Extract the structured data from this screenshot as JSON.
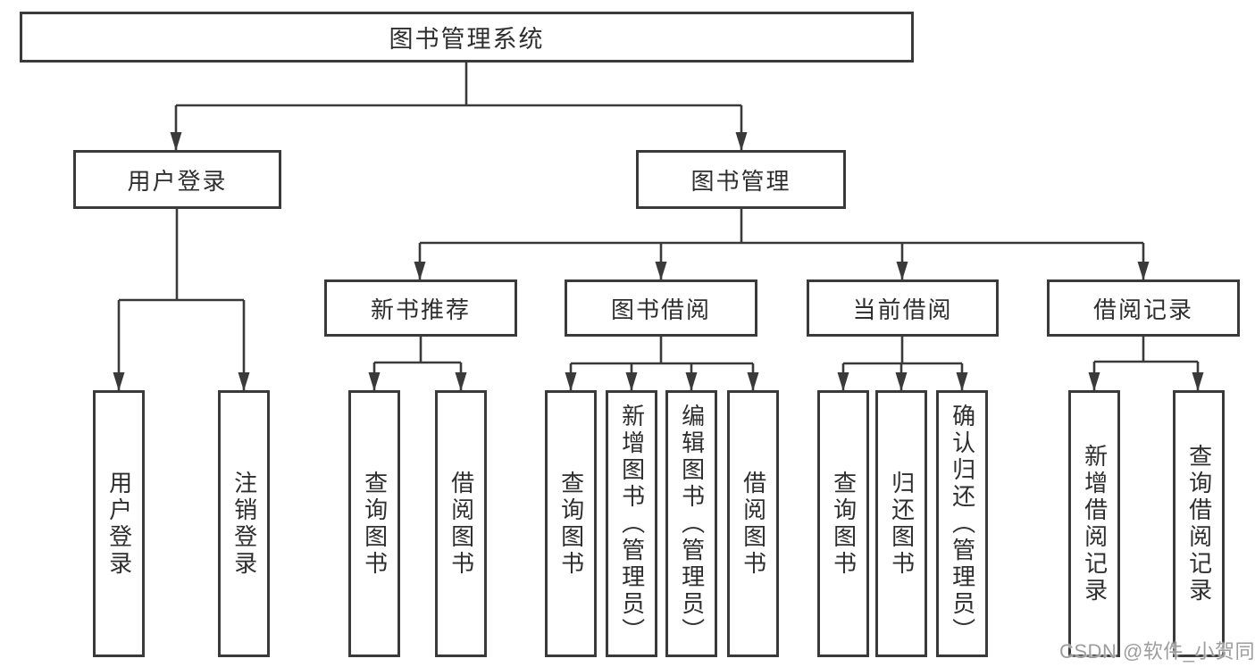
{
  "diagram_type": "hierarchy-tree",
  "tree": {
    "label": "图书管理系统",
    "children": [
      {
        "label": "用户登录",
        "children": [
          {
            "label": "用户登录"
          },
          {
            "label": "注销登录"
          }
        ]
      },
      {
        "label": "图书管理",
        "children": [
          {
            "label": "新书推荐",
            "children": [
              {
                "label": "查询图书"
              },
              {
                "label": "借阅图书"
              }
            ]
          },
          {
            "label": "图书借阅",
            "children": [
              {
                "label": "查询图书"
              },
              {
                "label": "新增图书（管理员）"
              },
              {
                "label": "编辑图书（管理员）"
              },
              {
                "label": "借阅图书"
              }
            ]
          },
          {
            "label": "当前借阅",
            "children": [
              {
                "label": "查询图书"
              },
              {
                "label": "归还图书"
              },
              {
                "label": "确认归还（管理员）"
              }
            ]
          },
          {
            "label": "借阅记录",
            "children": [
              {
                "label": "新增借阅记录"
              },
              {
                "label": "查询借阅记录"
              }
            ]
          }
        ]
      }
    ]
  },
  "watermark": {
    "text": "CSDN @软件_小贺同学"
  },
  "colors": {
    "background": "#ffffff",
    "box_fill": "#ffffff",
    "box_border": "#3a3a3a",
    "connector": "#3a3a3a",
    "text": "#2e2e2e",
    "watermark_text": "#9d9d9d"
  }
}
